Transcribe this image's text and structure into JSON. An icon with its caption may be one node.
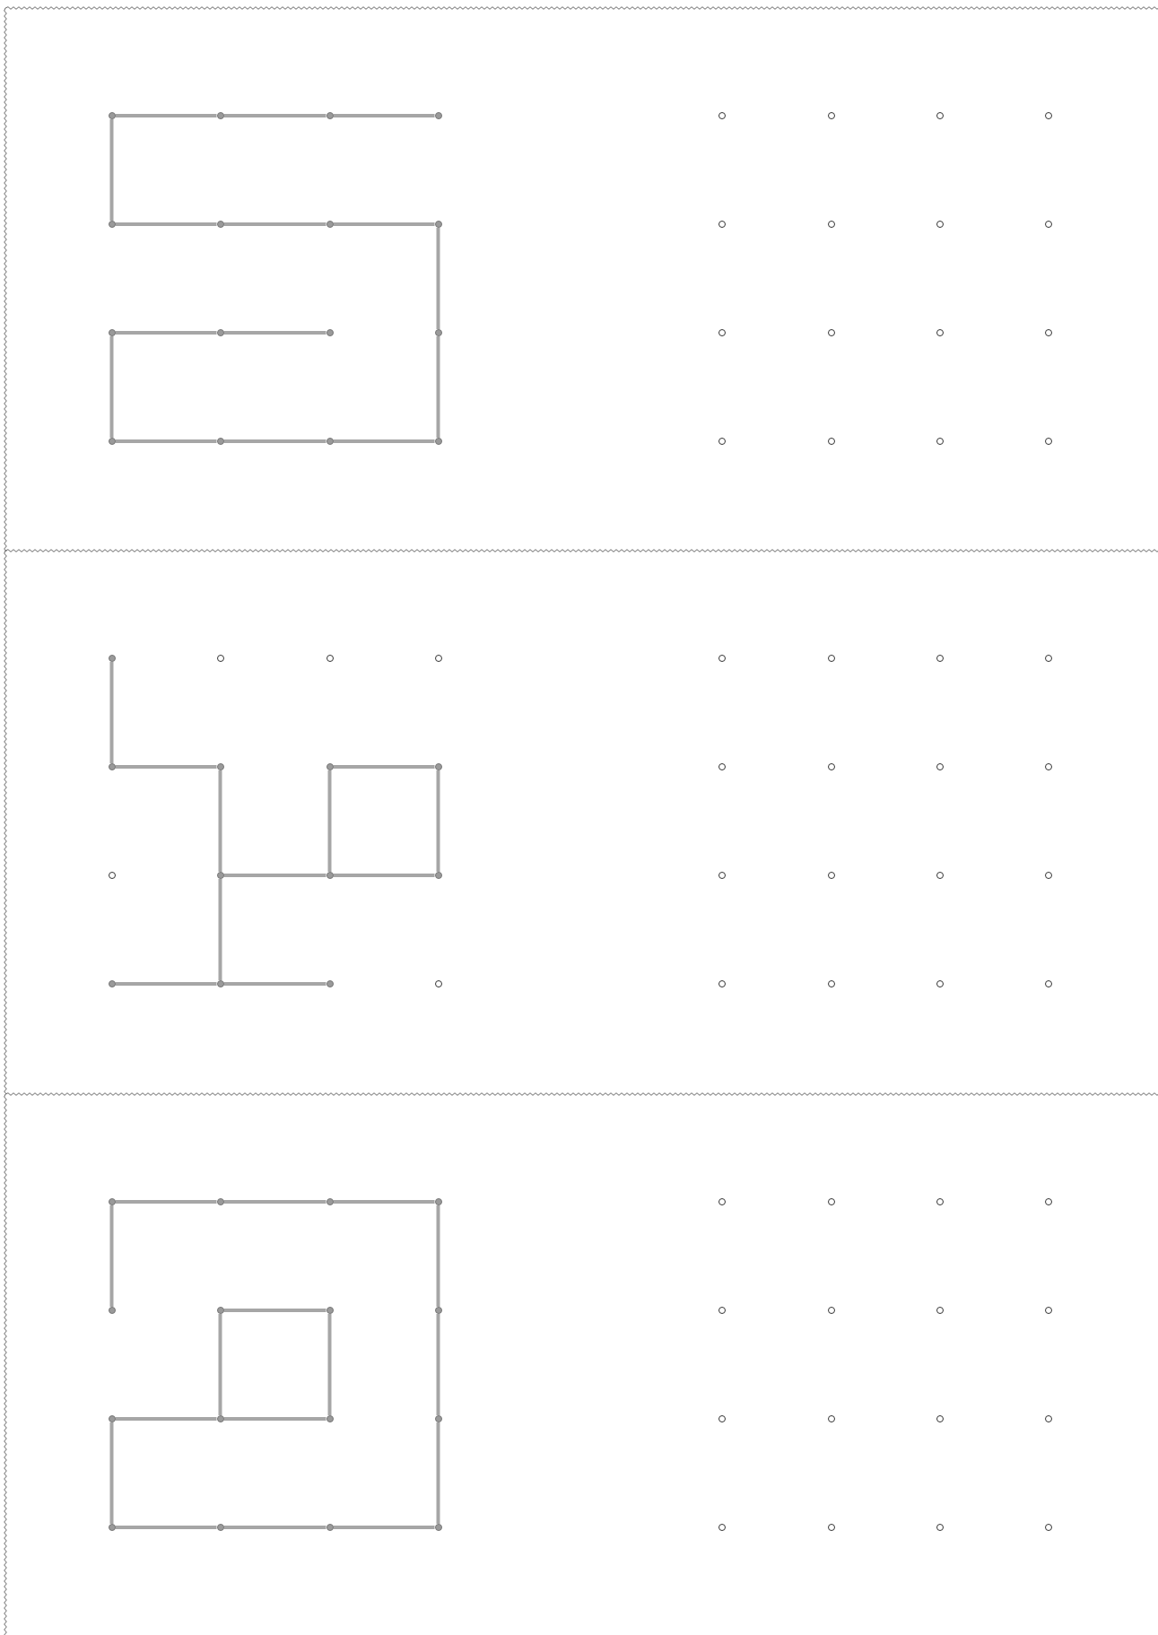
{
  "diagram": {
    "nodes": [
      {
        "text": [],
        "shape": "box"
      },
      {
        "text": [],
        "shape": "circle",
        "in": 0
      },
      {
        "text": [],
        "shape": "circle",
        "in": 0
      },
      {
        "text": [],
        "shape": "circle",
        "in": 0
      },
      {
        "text": [],
        "shape": "circle",
        "in": 0
      },
      {
        "text": [],
        "shape": "circle",
        "in": 0
      },
      {
        "text": [],
        "shape": "circle",
        "in": 0
      },
      {
        "text": [],
        "shape": "circle",
        "in": 0
      },
      {
        "text": [],
        "shape": "circle",
        "in": 0
      },
      {
        "text": [],
        "shape": "circle",
        "in": 0
      },
      {
        "text": [],
        "shape": "circle",
        "in": 0
      },
      {
        "text": [],
        "shape": "circle",
        "in": 0
      },
      {
        "text": [],
        "shape": "circle",
        "in": 0
      },
      {
        "text": [],
        "shape": "circle",
        "in": 0
      },
      {
        "text": [],
        "shape": "circle",
        "in": 0
      },
      {
        "text": [],
        "shape": "circle",
        "in": 0
      },
      {
        "text": [],
        "shape": "circle",
        "in": 0
      },
      {
        "text": [],
        "shape": "circle",
        "in": 0
      },
      {
        "text": [],
        "shape": "circle",
        "in": 0
      },
      {
        "text": [],
        "shape": "circle",
        "in": 0
      },
      {
        "text": [],
        "shape": "circle",
        "in": 0
      },
      {
        "text": [],
        "shape": "circle",
        "in": 0
      },
      {
        "text": [],
        "shape": "circle",
        "in": 0
      },
      {
        "text": [],
        "shape": "circle",
        "in": 0
      },
      {
        "text": [],
        "shape": "circle",
        "in": 0
      },
      {
        "text": [],
        "shape": "circle",
        "in": 0
      },
      {
        "text": [],
        "shape": "circle",
        "in": 0
      },
      {
        "text": [],
        "shape": "circle",
        "in": 0
      },
      {
        "text": [],
        "shape": "circle",
        "in": 0
      },
      {
        "text": [],
        "shape": "circle",
        "in": 0
      },
      {
        "text": [],
        "shape": "circle",
        "in": 0
      },
      {
        "text": [],
        "shape": "circle",
        "in": 0
      },
      {
        "text": [],
        "shape": "circle",
        "in": 0
      },
      {
        "text": [],
        "shape": "box"
      },
      {
        "text": [],
        "shape": "circle",
        "in": 33
      },
      {
        "text": [],
        "shape": "circle",
        "in": 33
      },
      {
        "text": [],
        "shape": "circle",
        "in": 33
      },
      {
        "text": [],
        "shape": "circle",
        "in": 33
      },
      {
        "text": [],
        "shape": "circle",
        "in": 33
      },
      {
        "text": [],
        "shape": "circle",
        "in": 33
      },
      {
        "text": [],
        "shape": "circle",
        "in": 33
      },
      {
        "text": [],
        "shape": "circle",
        "in": 33
      },
      {
        "text": [],
        "shape": "circle",
        "in": 33
      },
      {
        "text": [],
        "shape": "circle",
        "in": 33
      },
      {
        "text": [],
        "shape": "circle",
        "in": 33
      },
      {
        "text": [],
        "shape": "circle",
        "in": 33
      },
      {
        "text": [],
        "shape": "circle",
        "in": 33
      },
      {
        "text": [],
        "shape": "circle",
        "in": 33
      },
      {
        "text": [],
        "shape": "circle",
        "in": 33
      },
      {
        "text": [],
        "shape": "circle",
        "in": 33
      },
      {
        "text": [],
        "shape": "circle",
        "in": 33
      },
      {
        "text": [],
        "shape": "circle",
        "in": 33
      },
      {
        "text": [],
        "shape": "circle",
        "in": 33
      },
      {
        "text": [],
        "shape": "circle",
        "in": 33
      },
      {
        "text": [],
        "shape": "circle",
        "in": 33
      },
      {
        "text": [],
        "shape": "circle",
        "in": 33
      },
      {
        "text": [],
        "shape": "circle",
        "in": 33
      },
      {
        "text": [],
        "shape": "circle",
        "in": 33
      },
      {
        "text": [],
        "shape": "circle",
        "in": 33
      },
      {
        "text": [],
        "shape": "circle",
        "in": 33
      },
      {
        "text": [],
        "shape": "circle",
        "in": 33
      },
      {
        "text": [],
        "shape": "circle",
        "in": 33
      },
      {
        "text": [],
        "shape": "circle",
        "in": 33
      },
      {
        "text": [],
        "shape": "circle",
        "in": 33
      },
      {
        "text": [],
        "shape": "circle",
        "in": 33
      },
      {
        "text": [],
        "shape": "circle",
        "in": 33
      },
      {
        "text": [],
        "shape": "box"
      },
      {
        "text": [],
        "shape": "circle",
        "in": 66
      },
      {
        "text": [],
        "shape": "circle",
        "in": 66
      },
      {
        "text": [],
        "shape": "circle",
        "in": 66
      },
      {
        "text": [],
        "shape": "circle",
        "in": 66
      },
      {
        "text": [],
        "shape": "circle",
        "in": 66
      },
      {
        "text": [],
        "shape": "circle",
        "in": 66
      },
      {
        "text": [],
        "shape": "circle",
        "in": 66
      },
      {
        "text": [],
        "shape": "circle",
        "in": 66
      },
      {
        "text": [],
        "shape": "circle",
        "in": 66
      },
      {
        "text": [],
        "shape": "circle",
        "in": 66
      },
      {
        "text": [],
        "shape": "circle",
        "in": 66
      },
      {
        "text": [],
        "shape": "circle",
        "in": 66
      },
      {
        "text": [],
        "shape": "circle",
        "in": 66
      },
      {
        "text": [],
        "shape": "circle",
        "in": 66
      },
      {
        "text": [],
        "shape": "circle",
        "in": 66
      },
      {
        "text": [],
        "shape": "circle",
        "in": 66
      },
      {
        "text": [],
        "shape": "circle",
        "in": 66
      },
      {
        "text": [],
        "shape": "circle",
        "in": 66
      },
      {
        "text": [],
        "shape": "circle",
        "in": 66
      },
      {
        "text": [],
        "shape": "circle",
        "in": 66
      },
      {
        "text": [],
        "shape": "circle",
        "in": 66
      },
      {
        "text": [],
        "shape": "circle",
        "in": 66
      },
      {
        "text": [],
        "shape": "circle",
        "in": 66
      },
      {
        "text": [],
        "shape": "circle",
        "in": 66
      },
      {
        "text": [],
        "shape": "circle",
        "in": 66
      },
      {
        "text": [],
        "shape": "circle",
        "in": 66
      },
      {
        "text": [],
        "shape": "circle",
        "in": 66
      },
      {
        "text": [],
        "shape": "circle",
        "in": 66
      },
      {
        "text": [],
        "shape": "circle",
        "in": 66
      },
      {
        "text": [],
        "shape": "circle",
        "in": 66
      },
      {
        "text": [],
        "shape": "circle",
        "in": 66
      },
      {
        "text": [],
        "shape": "circle",
        "in": 66
      }
    ],
    "edges": [
      {
        "from": 1,
        "to": 2,
        "arrow": "none"
      },
      {
        "from": 2,
        "to": 3,
        "arrow": "none"
      },
      {
        "from": 3,
        "to": 4,
        "arrow": "none"
      },
      {
        "from": 1,
        "to": 5,
        "arrow": "none"
      },
      {
        "from": 5,
        "to": 6,
        "arrow": "none"
      },
      {
        "from": 6,
        "to": 7,
        "arrow": "none"
      },
      {
        "from": 7,
        "to": 8,
        "arrow": "none"
      },
      {
        "from": 8,
        "to": 12,
        "arrow": "none"
      },
      {
        "from": 12,
        "to": 16,
        "arrow": "none"
      },
      {
        "from": 9,
        "to": 10,
        "arrow": "none"
      },
      {
        "from": 10,
        "to": 11,
        "arrow": "none"
      },
      {
        "from": 9,
        "to": 13,
        "arrow": "none"
      },
      {
        "from": 13,
        "to": 14,
        "arrow": "none"
      },
      {
        "from": 14,
        "to": 15,
        "arrow": "none"
      },
      {
        "from": 15,
        "to": 16,
        "arrow": "none"
      },
      {
        "from": 34,
        "to": 38,
        "arrow": "none"
      },
      {
        "from": 38,
        "to": 39,
        "arrow": "none"
      },
      {
        "from": 39,
        "to": 43,
        "arrow": "none"
      },
      {
        "from": 43,
        "to": 47,
        "arrow": "none"
      },
      {
        "from": 40,
        "to": 41,
        "arrow": "none"
      },
      {
        "from": 40,
        "to": 44,
        "arrow": "none"
      },
      {
        "from": 41,
        "to": 45,
        "arrow": "none"
      },
      {
        "from": 43,
        "to": 44,
        "arrow": "none"
      },
      {
        "from": 44,
        "to": 45,
        "arrow": "none"
      },
      {
        "from": 46,
        "to": 47,
        "arrow": "none"
      },
      {
        "from": 47,
        "to": 48,
        "arrow": "none"
      },
      {
        "from": 67,
        "to": 68,
        "arrow": "none"
      },
      {
        "from": 68,
        "to": 69,
        "arrow": "none"
      },
      {
        "from": 69,
        "to": 70,
        "arrow": "none"
      },
      {
        "from": 67,
        "to": 71,
        "arrow": "none"
      },
      {
        "from": 70,
        "to": 74,
        "arrow": "none"
      },
      {
        "from": 74,
        "to": 78,
        "arrow": "none"
      },
      {
        "from": 78,
        "to": 82,
        "arrow": "none"
      },
      {
        "from": 72,
        "to": 73,
        "arrow": "none"
      },
      {
        "from": 72,
        "to": 76,
        "arrow": "none"
      },
      {
        "from": 73,
        "to": 77,
        "arrow": "none"
      },
      {
        "from": 75,
        "to": 76,
        "arrow": "none"
      },
      {
        "from": 76,
        "to": 77,
        "arrow": "none"
      },
      {
        "from": 75,
        "to": 79,
        "arrow": "none"
      },
      {
        "from": 79,
        "to": 80,
        "arrow": "none"
      },
      {
        "from": 80,
        "to": 81,
        "arrow": "none"
      },
      {
        "from": 81,
        "to": 82,
        "arrow": "none"
      }
    ]
  }
}
